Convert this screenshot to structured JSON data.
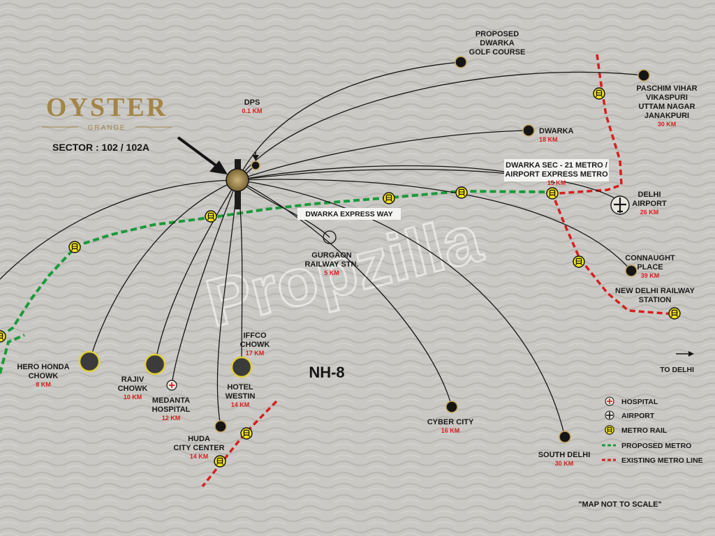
{
  "brand": {
    "name": "OYSTER",
    "subname": "GRANDE",
    "sector": "SECTOR : 102 / 102A"
  },
  "watermark": "Propzilla",
  "colors": {
    "proposed_metro": "#1a9a3a",
    "existing_metro": "#d61f1f",
    "distance": "#d61f1f",
    "background": "#c9c8c4",
    "metro_icon": "#f2e21a"
  },
  "project_marker": {
    "name": "project-marker"
  },
  "locations": [
    {
      "id": "golf",
      "lines": [
        "PROPOSED",
        "DWARKA",
        "GOLF COURSE"
      ],
      "distance": ""
    },
    {
      "id": "paschim",
      "lines": [
        "PASCHIM VIHAR",
        "VIKASPURI",
        "UTTAM NAGAR",
        "JANAKPURI"
      ],
      "distance": "30 KM"
    },
    {
      "id": "dps",
      "lines": [
        "DPS"
      ],
      "distance": "0.1 KM"
    },
    {
      "id": "dwarka",
      "lines": [
        "DWARKA"
      ],
      "distance": "18 KM"
    },
    {
      "id": "sec21",
      "lines": [
        "DWARKA SEC - 21 METRO /",
        "AIRPORT EXPRESS METRO"
      ],
      "distance": "15 KM"
    },
    {
      "id": "airport",
      "lines": [
        "DELHI",
        "AIRPORT"
      ],
      "distance": "26 KM"
    },
    {
      "id": "gurgaon_rly",
      "lines": [
        "GURGAON",
        "RAILWAY STN."
      ],
      "distance": "5 KM"
    },
    {
      "id": "cp",
      "lines": [
        "CONNAUGHT",
        "PLACE"
      ],
      "distance": "39 KM"
    },
    {
      "id": "ndls",
      "lines": [
        "NEW DELHI RAILWAY",
        "STATION"
      ],
      "distance": ""
    },
    {
      "id": "iffco",
      "lines": [
        "IFFCO",
        "CHOWK"
      ],
      "distance": "17 KM"
    },
    {
      "id": "hero",
      "lines": [
        "HERO HONDA",
        "CHOWK"
      ],
      "distance": "8 KM"
    },
    {
      "id": "rajiv",
      "lines": [
        "RAJIV",
        "CHOWK"
      ],
      "distance": "10 KM"
    },
    {
      "id": "westin",
      "lines": [
        "HOTEL",
        "WESTIN"
      ],
      "distance": "14 KM"
    },
    {
      "id": "medanta",
      "lines": [
        "MEDANTA",
        "HOSPITAL"
      ],
      "distance": "12 KM"
    },
    {
      "id": "huda",
      "lines": [
        "HUDA",
        "CITY CENTER"
      ],
      "distance": "14 KM"
    },
    {
      "id": "cyber",
      "lines": [
        "CYBER CITY"
      ],
      "distance": "16 KM"
    },
    {
      "id": "south",
      "lines": [
        "SOUTH DELHI"
      ],
      "distance": "30 KM"
    }
  ],
  "roads": {
    "expressway": "DWARKA EXPRESS WAY",
    "nh8": "NH-8",
    "to_delhi": "TO DELHI"
  },
  "legend": {
    "hospital": "HOSPITAL",
    "airport": "AIRPORT",
    "metro_rail": "METRO RAIL",
    "proposed_metro": "PROPOSED METRO",
    "existing_metro": "EXISTING METRO LINE"
  },
  "footnote": "\"MAP NOT TO SCALE\""
}
